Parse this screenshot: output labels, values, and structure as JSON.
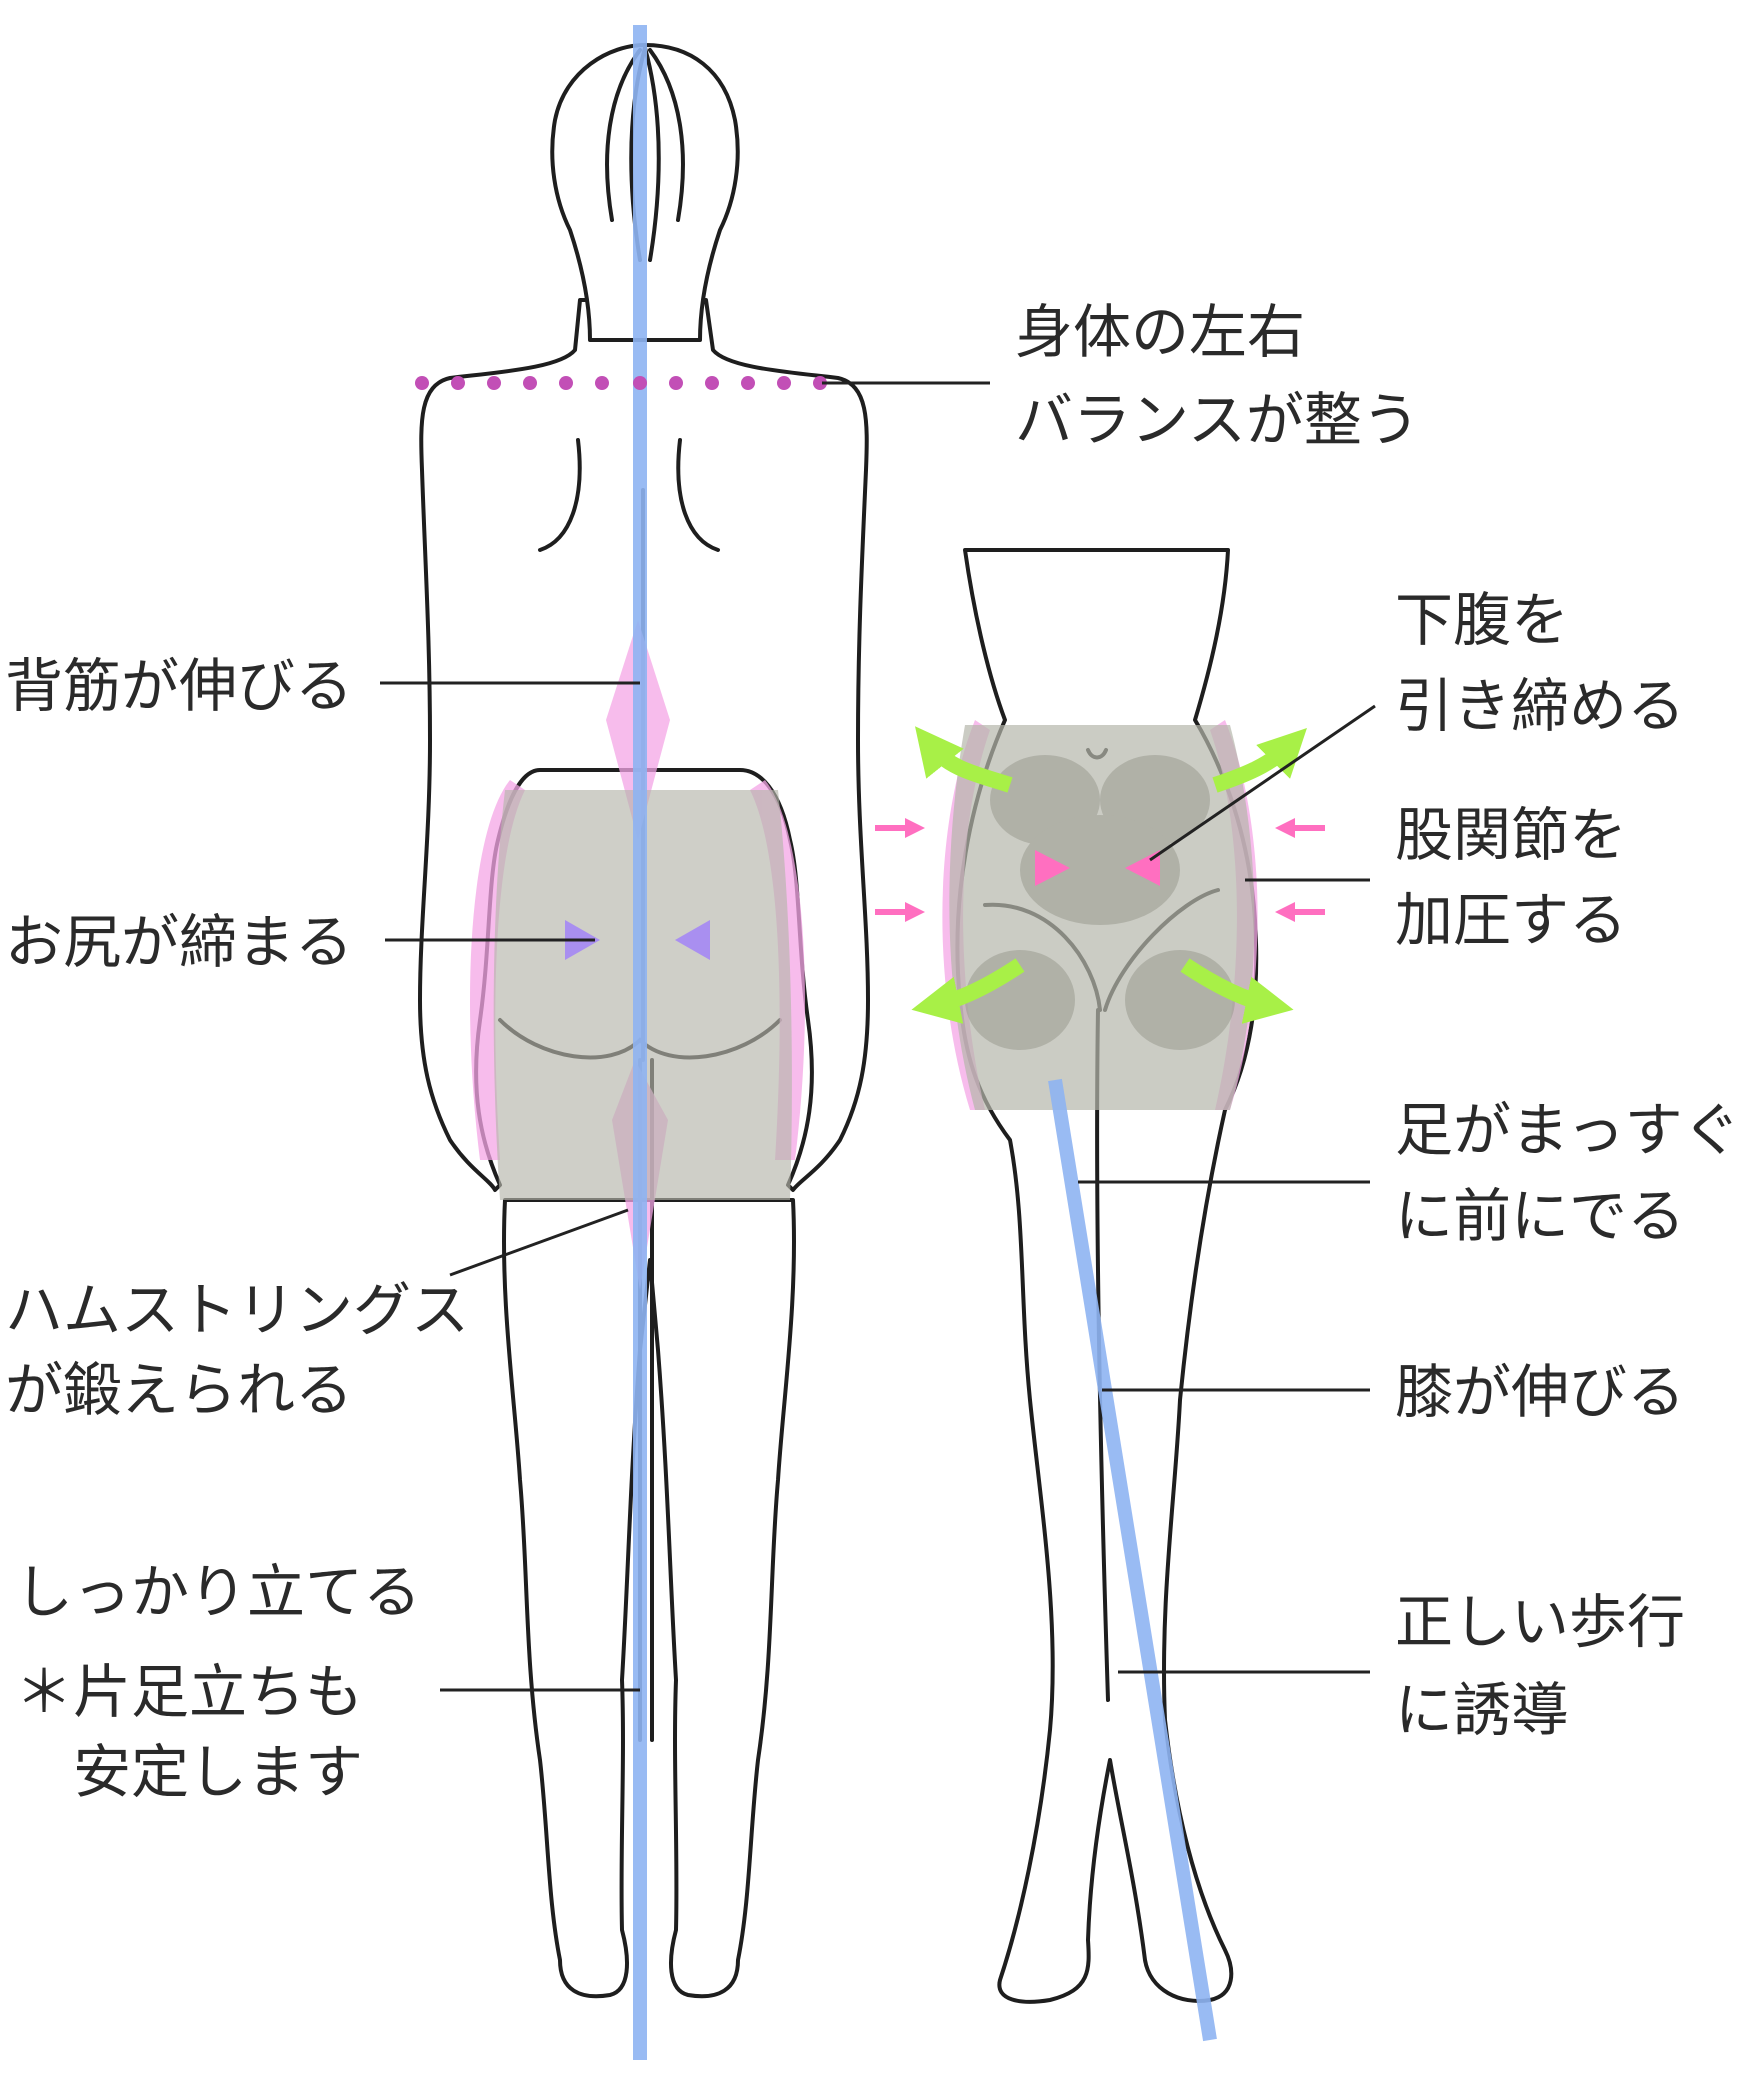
{
  "labels": {
    "balance": [
      "身体の左右",
      "バランスが整う"
    ],
    "back": [
      "背筋が伸びる"
    ],
    "hip": [
      "お尻が締まる"
    ],
    "hamstring": [
      "ハムストリングス",
      "が鍛えられる"
    ],
    "stand": [
      "しっかり立てる",
      "＊片足立ちも",
      "　安定します"
    ],
    "abdomen": [
      "下腹を",
      "引き締める"
    ],
    "joint": [
      "股関節を",
      "加圧する"
    ],
    "feet": [
      "足がまっすぐ",
      "に前にでる"
    ],
    "knee": [
      "膝が伸びる"
    ],
    "walk": [
      "正しい歩行",
      "に誘導"
    ]
  },
  "colors": {
    "axis_line": "#8fb4f2",
    "garment": "#c8c9c0",
    "muscle_pink": "#f4a5e6",
    "press_pink": "#ff6fc0",
    "arrow_green": "#a8f047",
    "arrow_purple": "#a98ff0",
    "dots": "#c24fb6"
  },
  "icons": {
    "press_arrow": "arrow-right-icon",
    "expand_arrow": "curved-arrow-icon"
  }
}
